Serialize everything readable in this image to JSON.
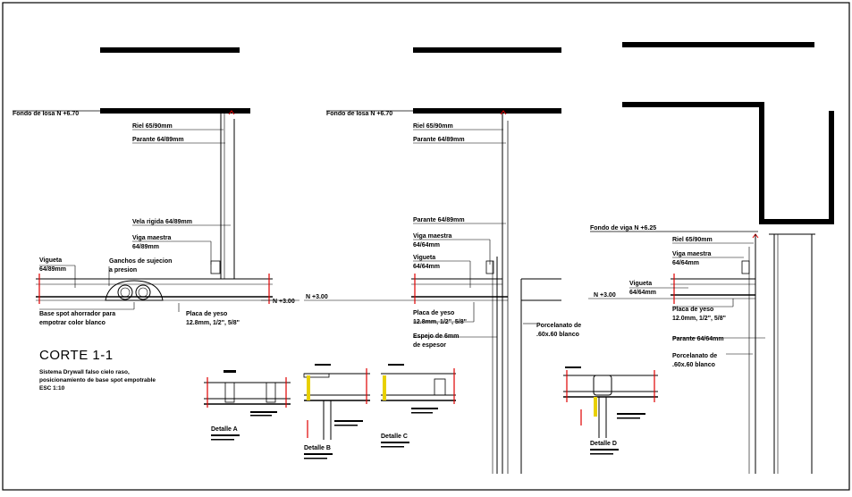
{
  "colors": {
    "line": "#000000",
    "red": "#e00000",
    "yellow": "#e8d000",
    "frame": "#000000"
  },
  "labels": {
    "fondo_losa_1": "Fondo de losa N +6.70",
    "fondo_losa_2": "Fondo de losa N +6.70",
    "fondo_viga": "Fondo de viga N +6.25",
    "riel_1": "Riel 65/90mm",
    "riel_2": "Riel 65/90mm",
    "riel_3": "Riel 65/90mm",
    "parante_1": "Parante 64/89mm",
    "parante_2": "Parante 64/89mm",
    "parante_3": "Parante 64/89mm",
    "parante_4": "Parante 64/64mm",
    "vela_rigida": "Vela rigida 64/89mm",
    "viga_maestra_1a": "Viga maestra",
    "viga_maestra_1b": "64/89mm",
    "viga_maestra_2a": "Viga maestra",
    "viga_maestra_2b": "64/64mm",
    "viga_maestra_3a": "Viga maestra",
    "viga_maestra_3b": "64/64mm",
    "vigueta_1a": "Vigueta",
    "vigueta_1b": "64/89mm",
    "vigueta_2a": "Vigueta",
    "vigueta_2b": "64/64mm",
    "vigueta_3a": "Vigueta",
    "vigueta_3b": "64/64mm",
    "ganchos_a": "Ganchos de sujecion",
    "ganchos_b": "a presion",
    "nivel_1": "N +3.00",
    "nivel_2": "N +3.00",
    "nivel_3": "N +3.00",
    "base_spot_a": "Base spot ahorrador para",
    "base_spot_b": "empotrar color blanco",
    "placa_1a": "Placa de yeso",
    "placa_1b": "12.8mm, 1/2\", 5/8\"",
    "placa_2a": "Placa de yeso",
    "placa_2b": "12.8mm, 1/2\", 5/8\"",
    "placa_3a": "Placa de yeso",
    "placa_3b": "12.0mm, 1/2\", 5/8\"",
    "espejo_a": "Espejo de 6mm",
    "espejo_b": "de espesor",
    "porcelanato_1a": "Porcelanato de",
    "porcelanato_1b": ".60x.60 blanco",
    "porcelanato_2a": "Porcelanato de",
    "porcelanato_2b": ".60x.60 blanco",
    "corte_title": "CORTE 1-1",
    "corte_sub_1": "Sistema Drywall falso cielo raso,",
    "corte_sub_2": "posicionamiento de base spot empotrable",
    "corte_sub_3": "ESC 1:10",
    "detalle_a": "Detalle A",
    "detalle_b": "Detalle B",
    "detalle_c": "Detalle C",
    "detalle_d": "Detalle D"
  }
}
